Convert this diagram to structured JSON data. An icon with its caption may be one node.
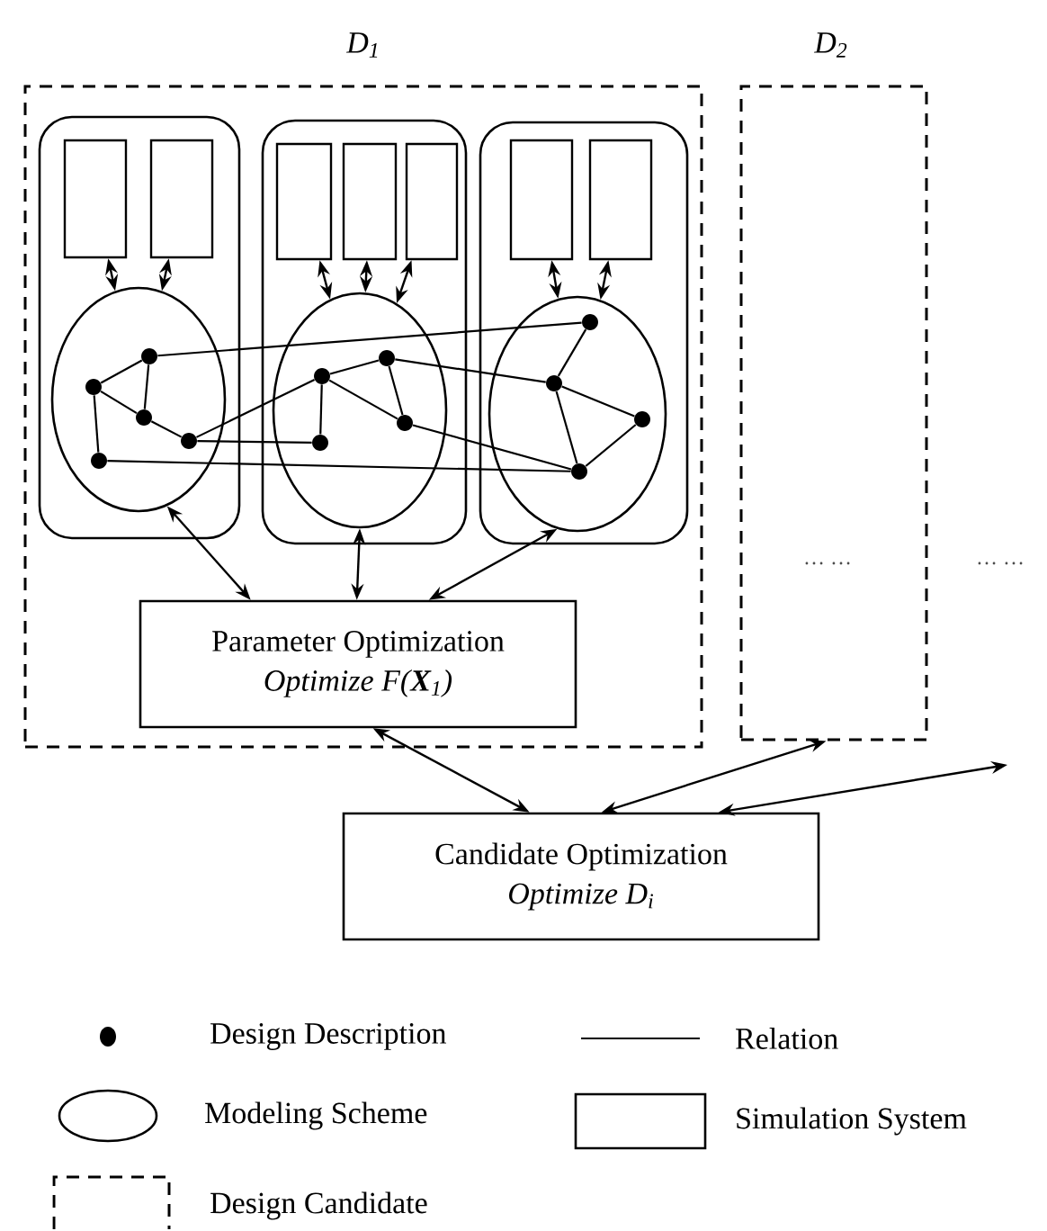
{
  "diagram": {
    "nodes": [
      {
        "text": [
          "D$_{1}$"
        ]
      },
      {
        "text": [],
        "shape": "box",
        "in": 0
      },
      {
        "text": [],
        "shape": "box",
        "in": 1
      },
      {
        "text": [],
        "shape": "box",
        "in": 1
      },
      {
        "text": [],
        "shape": "ellipse",
        "in": 1
      },
      {
        "text": [],
        "shape": "circle",
        "in": 4
      },
      {
        "text": [],
        "shape": "circle",
        "in": 4
      },
      {
        "text": [],
        "shape": "circle",
        "in": 4
      },
      {
        "text": [],
        "shape": "circle",
        "in": 4
      },
      {
        "text": [],
        "shape": "circle",
        "in": 4
      },
      {
        "text": [],
        "shape": "box",
        "in": 0
      },
      {
        "text": [],
        "shape": "box",
        "in": 10
      },
      {
        "text": [],
        "shape": "box",
        "in": 10
      },
      {
        "text": [],
        "shape": "box",
        "in": 10
      },
      {
        "text": [],
        "shape": "ellipse",
        "in": 10
      },
      {
        "text": [],
        "shape": "circle",
        "in": 14
      },
      {
        "text": [],
        "shape": "circle",
        "in": 14
      },
      {
        "text": [],
        "shape": "circle",
        "in": 14
      },
      {
        "text": [],
        "shape": "circle",
        "in": 14
      },
      {
        "text": [],
        "shape": "box",
        "in": 0
      },
      {
        "text": [],
        "shape": "box",
        "in": 19
      },
      {
        "text": [],
        "shape": "box",
        "in": 19
      },
      {
        "text": [],
        "shape": "ellipse",
        "in": 19
      },
      {
        "text": [],
        "shape": "circle",
        "in": 22
      },
      {
        "text": [],
        "shape": "circle",
        "in": 22
      },
      {
        "text": [],
        "shape": "circle",
        "in": 22
      },
      {
        "text": [],
        "shape": "circle",
        "in": 22
      },
      {
        "text": [
          "Parameter Optimization",
          "Optimize F(**X**$_{1}$)"
        ],
        "in": 0
      },
      {
        "text": [
          "D$_{2}$",
          "… …"
        ]
      },
      {
        "text": [
          "Candidate Optimization",
          "Optimize D$_{i}$"
        ]
      }
    ],
    "edges": [
      {
        "from": 2,
        "to": 4,
        "arrow": "both"
      },
      {
        "from": 3,
        "to": 4,
        "arrow": "both"
      },
      {
        "from": 11,
        "to": 14,
        "arrow": "both"
      },
      {
        "from": 12,
        "to": 14,
        "arrow": "both"
      },
      {
        "from": 13,
        "to": 14,
        "arrow": "both"
      },
      {
        "from": 20,
        "to": 22,
        "arrow": "both"
      },
      {
        "from": 21,
        "to": 22,
        "arrow": "both"
      },
      {
        "from": 5,
        "to": 6,
        "arrow": "none"
      },
      {
        "from": 5,
        "to": 7,
        "arrow": "none"
      },
      {
        "from": 6,
        "to": 7,
        "arrow": "none"
      },
      {
        "from": 6,
        "to": 9,
        "arrow": "none"
      },
      {
        "from": 7,
        "to": 8,
        "arrow": "none"
      },
      {
        "from": 5,
        "to": 23,
        "arrow": "none"
      },
      {
        "from": 8,
        "to": 15,
        "arrow": "none"
      },
      {
        "from": 8,
        "to": 18,
        "arrow": "none"
      },
      {
        "from": 9,
        "to": 26,
        "arrow": "none"
      },
      {
        "from": 15,
        "to": 16,
        "arrow": "none"
      },
      {
        "from": 15,
        "to": 17,
        "arrow": "none"
      },
      {
        "from": 15,
        "to": 18,
        "arrow": "none"
      },
      {
        "from": 16,
        "to": 17,
        "arrow": "none"
      },
      {
        "from": 16,
        "to": 24,
        "arrow": "none"
      },
      {
        "from": 17,
        "to": 26,
        "arrow": "none"
      },
      {
        "from": 23,
        "to": 24,
        "arrow": "none"
      },
      {
        "from": 24,
        "to": 25,
        "arrow": "none"
      },
      {
        "from": 24,
        "to": 26,
        "arrow": "none"
      },
      {
        "from": 25,
        "to": 26,
        "arrow": "none"
      },
      {
        "from": 4,
        "to": 27,
        "arrow": "both"
      },
      {
        "from": 14,
        "to": 27,
        "arrow": "both"
      },
      {
        "from": 22,
        "to": 27,
        "arrow": "both"
      },
      {
        "from": 27,
        "to": 29,
        "arrow": "both"
      },
      {
        "from": 29,
        "to": 28,
        "arrow": "both"
      },
      {
        "from": 29,
        "to": null,
        "arrow": "both"
      }
    ],
    "labels": [
      "… …"
    ],
    "legend": [
      {
        "text": "Design Description"
      },
      {
        "text": "Relation"
      },
      {
        "text": "Modeling Scheme"
      },
      {
        "text": "Simulation System"
      },
      {
        "text": "Design Candidate"
      }
    ]
  }
}
